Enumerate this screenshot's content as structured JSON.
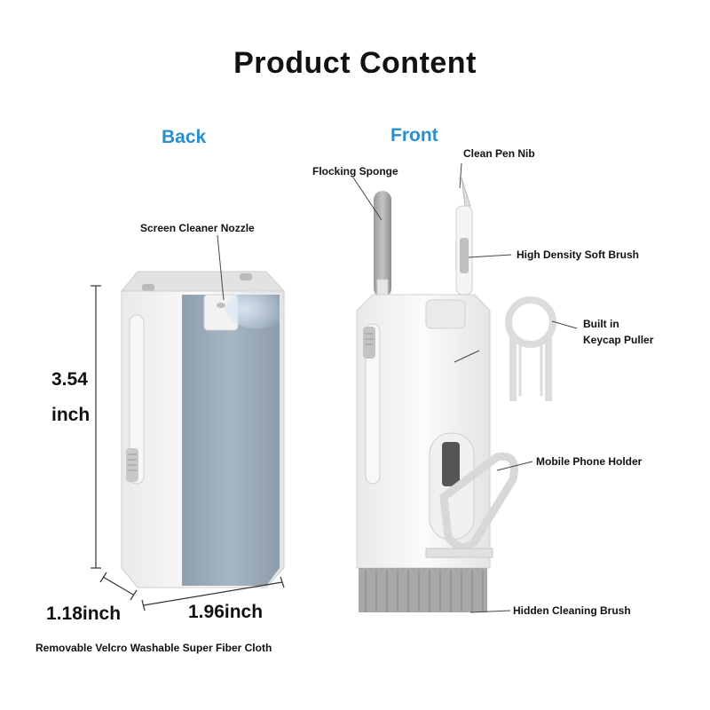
{
  "title": "Product  Content",
  "views": {
    "back": "Back",
    "front": "Front"
  },
  "callouts": {
    "nozzle": "Screen Cleaner Nozzle",
    "sponge": "Flocking Sponge",
    "pen_nib": "Clean Pen Nib",
    "soft_brush": "High Density Soft Brush",
    "keycap_line1": "Built in",
    "keycap_line2": "Keycap Puller",
    "phone_holder": "Mobile Phone Holder",
    "hidden_brush": "Hidden Cleaning Brush",
    "cloth": "Removable Velcro Washable Super Fiber Cloth"
  },
  "dimensions": {
    "height_value": "3.54",
    "height_unit": "inch",
    "depth": "1.18inch",
    "width": "1.96inch"
  },
  "colors": {
    "label_blue": "#2a8fce",
    "cloth_gray": "#9aaab8",
    "body_white": "#f4f4f4"
  }
}
